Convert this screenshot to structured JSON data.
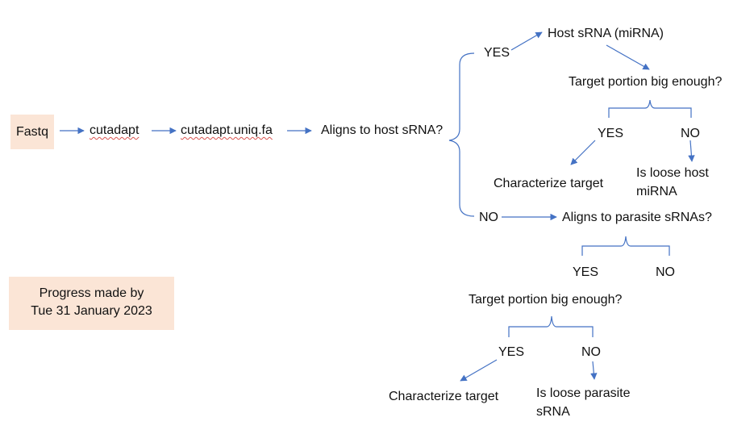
{
  "pipeline": {
    "fastq": "Fastq",
    "cutadapt": "cutadapt",
    "uniq": "cutadapt.uniq.fa",
    "align_host": "Aligns to host sRNA?"
  },
  "host_branch": {
    "yes": "YES",
    "result": "Host sRNA (miRNA)",
    "question": "Target portion big enough?",
    "sub_yes": "YES",
    "sub_no": "NO",
    "yes_outcome": "Characterize target",
    "no_outcome_line1": "Is loose host",
    "no_outcome_line2": "miRNA"
  },
  "parasite_branch": {
    "no": "NO",
    "question": "Aligns to parasite sRNAs?",
    "sub_yes": "YES",
    "sub_no": "NO",
    "question2": "Target portion big enough?",
    "sub2_yes": "YES",
    "sub2_no": "NO",
    "yes_outcome": "Characterize target",
    "no_outcome_line1": "Is loose parasite",
    "no_outcome_line2": "sRNA"
  },
  "progress": {
    "line1": "Progress made by",
    "line2": "Tue 31 January 2023"
  },
  "colors": {
    "connector": "#4472c4",
    "box_fill": "#fbe5d6",
    "spellcheck_underline": "#d9534f"
  }
}
